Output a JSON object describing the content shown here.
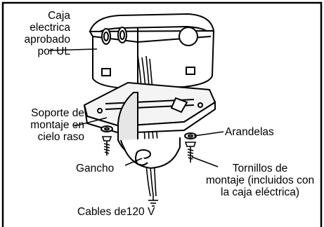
{
  "labels": {
    "box": [
      "Caja",
      "electrica",
      "aprobado",
      "por UL"
    ],
    "bracket": [
      "Soporte de",
      "montaje en",
      "cielo raso"
    ],
    "washers": "Arandelas",
    "hook": "Gancho",
    "screws": [
      "Tornillos de",
      "montaje (incluidos con",
      "la caja eléctrica)"
    ],
    "cables": "Cables de120 V"
  },
  "colors": {
    "line": "#000000",
    "fill": "#ffffff",
    "shade": "#d9d9d9",
    "border": "#000000"
  }
}
